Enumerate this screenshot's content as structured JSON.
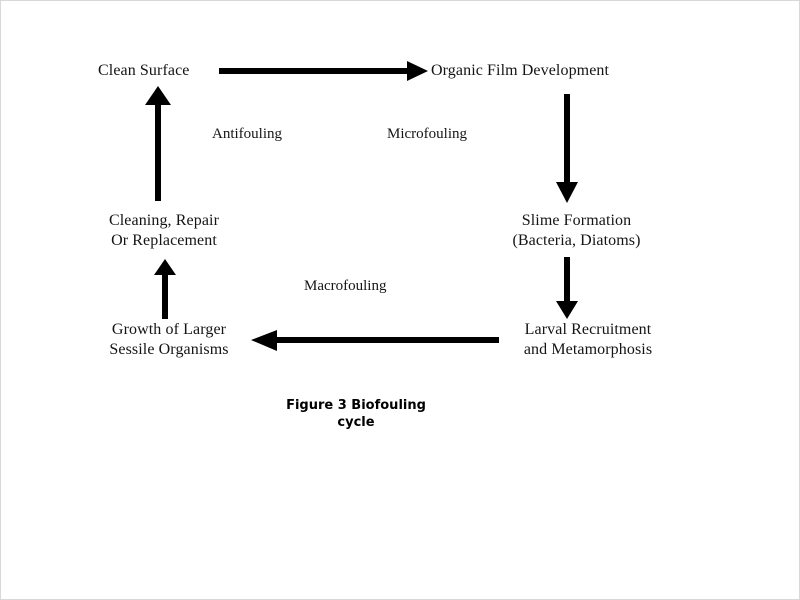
{
  "figure": {
    "caption": "Figure 3 Biofouling\ncycle",
    "background_color": "#ffffff",
    "ink_color": "#000000"
  },
  "nodes": [
    {
      "id": "clean-surface",
      "label": "Clean Surface"
    },
    {
      "id": "organic-film",
      "label": "Organic Film Development"
    },
    {
      "id": "cleaning-repair",
      "label": "Cleaning, Repair\nOr Replacement"
    },
    {
      "id": "slime-formation",
      "label": "Slime Formation\n(Bacteria, Diatoms)"
    },
    {
      "id": "growth-sessile",
      "label": "Growth of Larger\nSessile Organisms"
    },
    {
      "id": "larval-recruitment",
      "label": "Larval Recruitment\nand Metamorphosis"
    }
  ],
  "process_labels": [
    {
      "id": "antifouling",
      "label": "Antifouling"
    },
    {
      "id": "microfouling",
      "label": "Microfouling"
    },
    {
      "id": "macrofouling",
      "label": "Macrofouling"
    }
  ],
  "arrows": [
    {
      "id": "clean-to-organic",
      "direction": "right"
    },
    {
      "id": "organic-to-slime",
      "direction": "down"
    },
    {
      "id": "slime-to-larval",
      "direction": "down"
    },
    {
      "id": "larval-to-growth",
      "direction": "left"
    },
    {
      "id": "growth-to-cleaning",
      "direction": "up"
    },
    {
      "id": "cleaning-to-clean",
      "direction": "up"
    }
  ]
}
